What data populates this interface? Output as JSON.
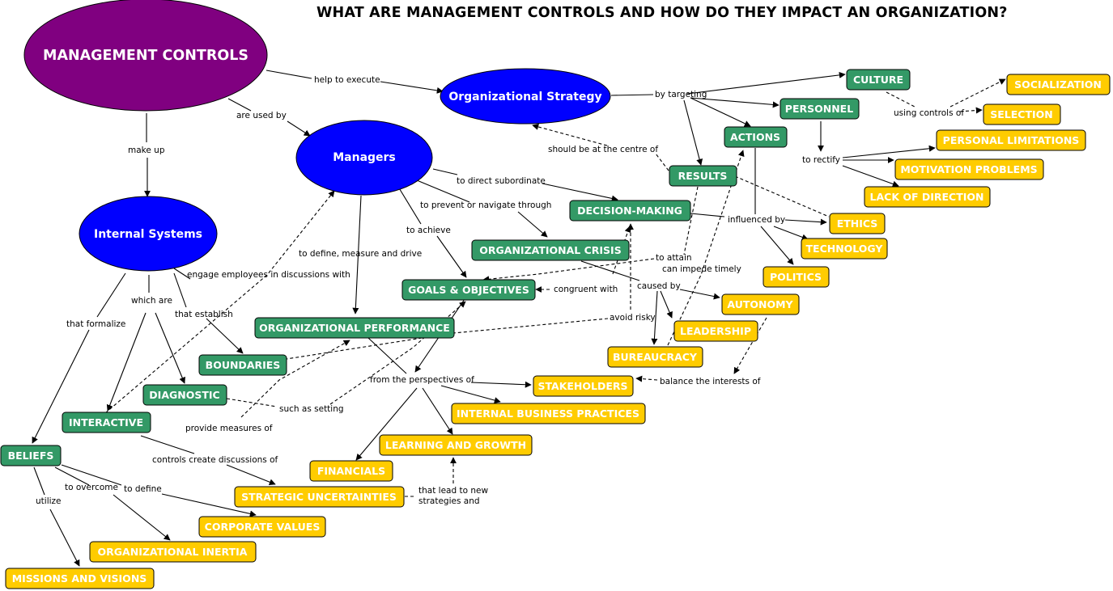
{
  "title": "WHAT ARE MANAGEMENT CONTROLS AND HOW DO THEY IMPACT AN ORGANIZATION?",
  "colors": {
    "purple": "#800080",
    "blue": "#0000ff",
    "green": "#339966",
    "yellow": "#ffcc00",
    "line": "#000000"
  },
  "nodes": {
    "management_controls": "MANAGEMENT CONTROLS",
    "organizational_strategy": "Organizational Strategy",
    "managers": "Managers",
    "internal_systems": "Internal Systems",
    "culture": "CULTURE",
    "personnel": "PERSONNEL",
    "actions": "ACTIONS",
    "results": "RESULTS",
    "socialization": "SOCIALIZATION",
    "selection": "SELECTION",
    "personal_limitations": "PERSONAL LIMITATIONS",
    "motivation_problems": "MOTIVATION PROBLEMS",
    "lack_of_direction": "LACK OF DIRECTION",
    "decision_making": "DECISION-MAKING",
    "ethics": "ETHICS",
    "technology": "TECHNOLOGY",
    "politics": "POLITICS",
    "organizational_crisis": "ORGANIZATIONAL CRISIS",
    "goals_objectives": "GOALS & OBJECTIVES",
    "autonomy": "AUTONOMY",
    "leadership": "LEADERSHIP",
    "bureaucracy": "BUREAUCRACY",
    "organizational_performance": "ORGANIZATIONAL PERFORMANCE",
    "boundaries": "BOUNDARIES",
    "diagnostic": "DIAGNOSTIC",
    "interactive": "INTERACTIVE",
    "beliefs": "BELIEFS",
    "stakeholders": "STAKEHOLDERS",
    "internal_business_practices": "INTERNAL BUSINESS PRACTICES",
    "learning_and_growth": "LEARNING AND GROWTH",
    "financials": "FINANCIALS",
    "strategic_uncertainties": "STRATEGIC UNCERTAINTIES",
    "corporate_values": "CORPORATE VALUES",
    "organizational_inertia": "ORGANIZATIONAL INERTIA",
    "missions_and_visions": "MISSIONS AND VISIONS"
  },
  "labels": {
    "help_to_execute": "help to execute",
    "are_used_by": "are used by",
    "make_up": "make up",
    "by_targeting": "by targeting",
    "using_controls_of": "using controls of",
    "to_rectify": "to rectify",
    "should_be_at_centre": "should be at the centre of",
    "to_direct_subordinate": "to direct subordinate",
    "to_prevent_navigate": "to prevent or navigate through",
    "to_achieve": "to achieve",
    "influenced_by": "influenced by",
    "to_define_measure": "to define, measure and drive",
    "engage_employees": "engage employees in discussions with",
    "which_are": "which are",
    "that_establish": "that establish",
    "that_formalize": "that formalize",
    "to_attain": "to attain",
    "can_impede_timely": "can impede timely",
    "caused_by": "caused by",
    "congruent_with": "congruent with",
    "avoid_risky": "avoid risky",
    "balance_interests": "balance the interests of",
    "from_perspectives": "from the perspectives of",
    "such_as_setting": "such as setting",
    "provide_measures": "provide measures of",
    "controls_create": "controls create discussions of",
    "to_overcome": "to overcome",
    "to_define": "to define",
    "utilize": "utilize",
    "that_lead_to_new_1": "that lead to new",
    "that_lead_to_new_2": "strategies and"
  }
}
